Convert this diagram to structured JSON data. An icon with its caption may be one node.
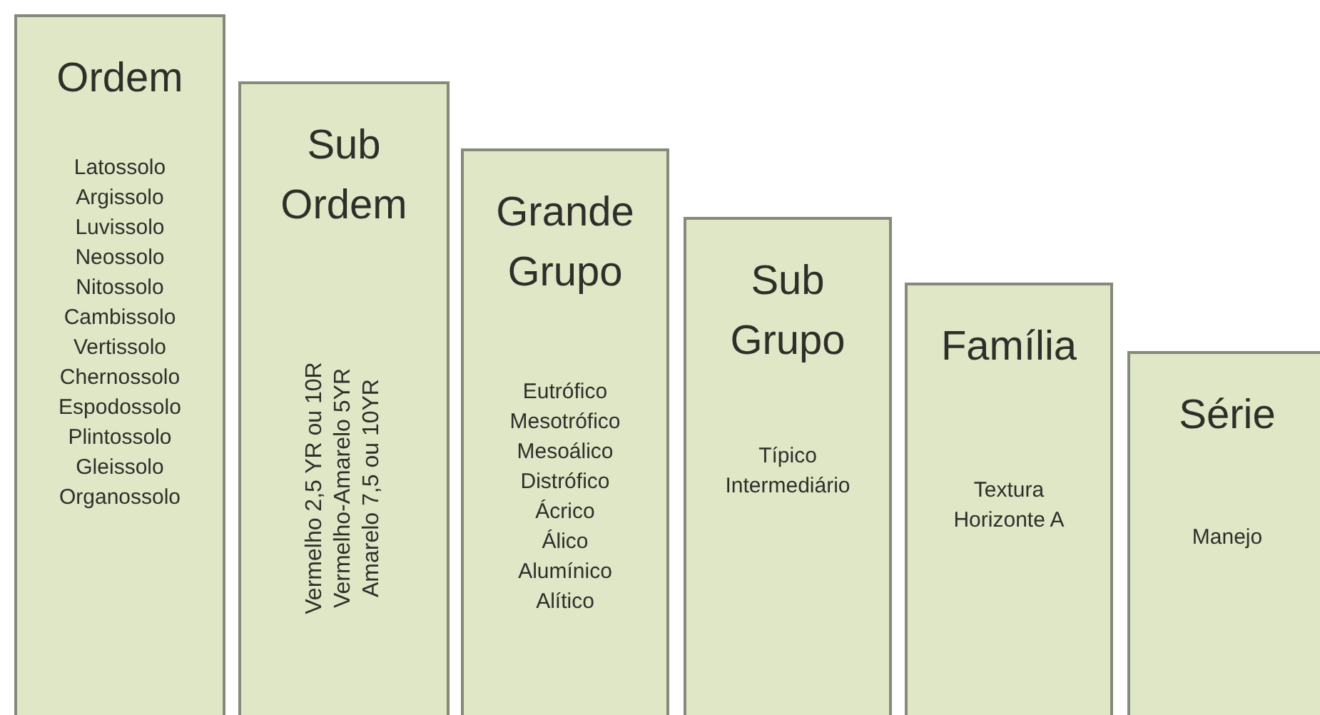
{
  "diagram": {
    "nodes": [
      {
        "text": [
          "Ordem",
          "Latossolo",
          "Argissolo",
          "Luvissolo",
          "Neossolo",
          "Nitossolo",
          "Cambissolo",
          "Vertissolo",
          "Chernossolo",
          "Espodossolo",
          "Plintossolo",
          "Gleissolo",
          "Organossolo"
        ]
      },
      {
        "text": [
          "Sub Ordem",
          "Vermelho 2,5 YR ou 10R",
          "Vermelho-Amarelo 5YR",
          "Amarelo 7,5 ou 10YR"
        ]
      },
      {
        "text": [
          "Grande Grupo",
          "Eutrófico",
          "Mesotrófico",
          "Mesoálico",
          "Distrófico",
          "Ácrico",
          "Álico",
          "Alumínico",
          "Alítico"
        ]
      },
      {
        "text": [
          "Sub Grupo",
          "Típico",
          "Intermediário"
        ]
      },
      {
        "text": [
          "Família",
          "Textura",
          "Horizonte A"
        ]
      },
      {
        "text": [
          "Série",
          "Manejo"
        ]
      }
    ]
  }
}
